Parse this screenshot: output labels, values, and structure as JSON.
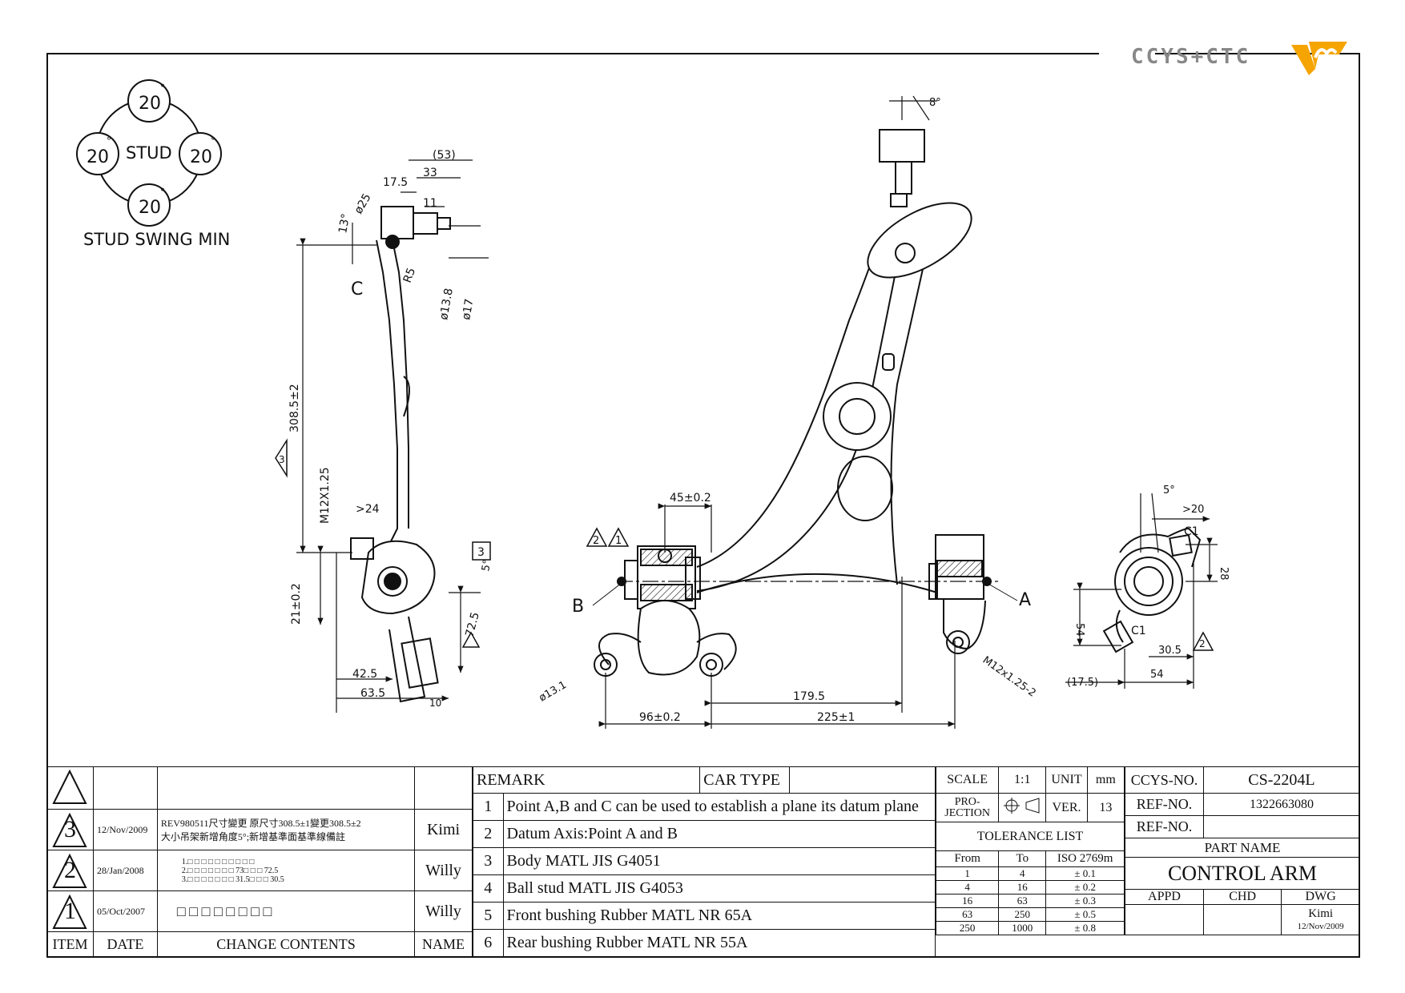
{
  "logo": {
    "text": "CCYS+CTC"
  },
  "stud_swing": {
    "top": "20",
    "left": "20",
    "right": "20",
    "bottom": "20",
    "center": "STUD",
    "degree": "°",
    "title": "STUD SWING MIN"
  },
  "side_view": {
    "dims": {
      "d53": "(53)",
      "d33": "33",
      "d17_5": "17.5",
      "d11": "11",
      "dia25": "ø25",
      "ang13": "13°",
      "r5": "R5",
      "dia13_8": "ø13.8",
      "dia17": "ø17",
      "len308": "308.5±2",
      "thread": "M12X1.25",
      "gt24": ">24",
      "d21": "21±0.2",
      "d42_5": "42.5",
      "d63_5": "63.5",
      "d10": "10",
      "d72_5": "72.5",
      "ang5": "5°",
      "tri3": "3",
      "tri3b": "3"
    },
    "point_c": "C"
  },
  "front_view": {
    "dims": {
      "d45": "45±0.2",
      "d179_5": "179.5",
      "d96": "96±0.2",
      "d225": "225±1",
      "dia13": "ø13.1",
      "m12": "M12x1.25-2",
      "ang8": "8°",
      "tri2": "2",
      "tri1": "1"
    },
    "point_a": "A",
    "point_b": "B"
  },
  "end_view": {
    "dims": {
      "ang5": "5°",
      "gt20": ">20",
      "c1a": "C1",
      "d28": "28",
      "d54v": "54",
      "c1b": "C1",
      "d30_5": "30.5",
      "d17_5": "(17.5)",
      "d54h": "54",
      "tri2": "2"
    }
  },
  "revisions": {
    "header": {
      "item": "ITEM",
      "date": "DATE",
      "contents": "CHANGE CONTENTS",
      "name": "NAME"
    },
    "rows": [
      {
        "item": "3",
        "date": "12/Nov/2009",
        "line1": "REV980511尺寸變更 原尺寸308.5±1變更308.5±2",
        "line2": "大小吊架新增角度5°;新增基準面基準線備註",
        "name": "Kimi"
      },
      {
        "item": "2",
        "date": "28/Jan/2008",
        "line1": "1.□ □ □ □ □ □ □ □ □ □",
        "line2": "2.□ □ □ □ □ □ □ 73□ □ □ 72.5",
        "line3": "3.□ □ □ □ □ □ □ 31.5□ □ □ 30.5",
        "name": "Willy"
      },
      {
        "item": "1",
        "date": "05/Oct/2007",
        "line1": "□ □ □ □ □ □ □ □",
        "name": "Willy"
      }
    ]
  },
  "remarks": {
    "remark_label": "REMARK",
    "car_type_label": "CAR TYPE",
    "car_type_value": "",
    "items": [
      {
        "no": "1",
        "text": "Point A,B and C can be used to establish a plane its datum plane"
      },
      {
        "no": "2",
        "text": "Datum Axis:Point A and B"
      },
      {
        "no": "3",
        "text": "Body MATL JIS G4051"
      },
      {
        "no": "4",
        "text": "Ball stud MATL JIS G4053"
      },
      {
        "no": "5",
        "text": "Front bushing Rubber MATL NR 65A"
      },
      {
        "no": "6",
        "text": "Rear bushing Rubber MATL NR 55A"
      }
    ]
  },
  "specs": {
    "scale_label": "SCALE",
    "scale_value": "1:1",
    "unit_label": "UNIT",
    "unit_value": "mm",
    "projection_label": "PRO-\nJECTION",
    "ver_label": "VER.",
    "ver_value": "13",
    "tolerance_title": "TOLERANCE LIST",
    "tol_headers": {
      "from": "From",
      "to": "To",
      "iso": "ISO 2769m"
    },
    "tolerances": [
      {
        "from": "1",
        "to": "4",
        "tol": "± 0.1"
      },
      {
        "from": "4",
        "to": "16",
        "tol": "± 0.2"
      },
      {
        "from": "16",
        "to": "63",
        "tol": "± 0.3"
      },
      {
        "from": "63",
        "to": "250",
        "tol": "± 0.5"
      },
      {
        "from": "250",
        "to": "1000",
        "tol": "± 0.8"
      }
    ]
  },
  "part": {
    "ccys_label": "CCYS-NO.",
    "ccys_value": "CS-2204L",
    "ref_label": "REF-NO.",
    "ref_value": "1322663080",
    "ref2_label": "REF-NO.",
    "ref2_value": "",
    "part_name_label": "PART NAME",
    "part_name": "CONTROL ARM",
    "appd": "APPD",
    "chd": "CHD",
    "dwg": "DWG",
    "drawer": "Kimi",
    "drawn_date": "12/Nov/2009"
  }
}
